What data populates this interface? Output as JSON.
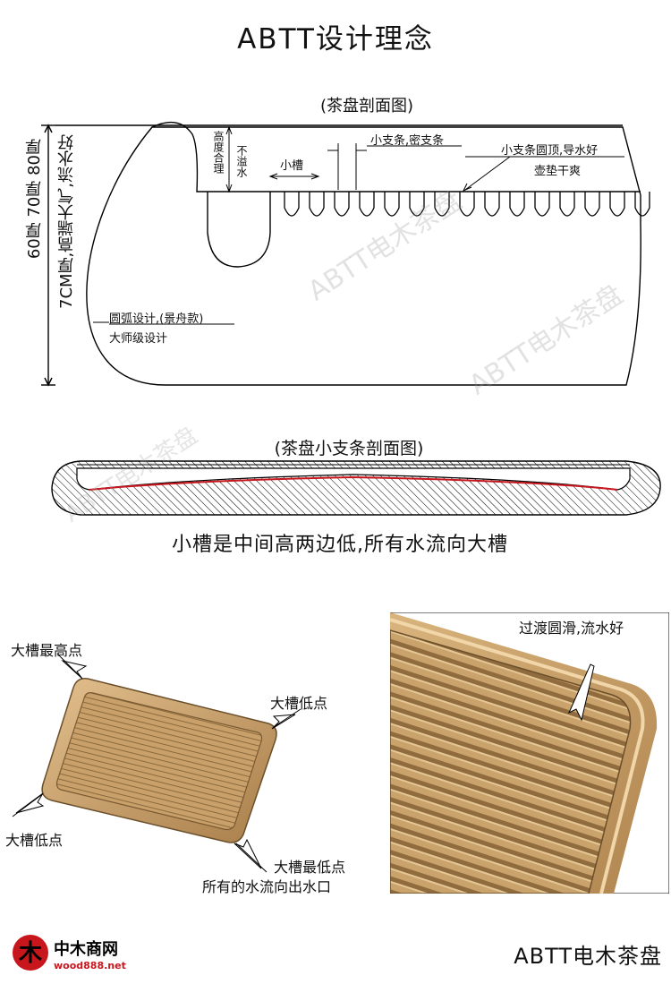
{
  "title": "ABTT设计理念",
  "cross_section": {
    "heading": "(茶盘剖面图)",
    "thickness": "60厚 70厚 80厚",
    "tagline": "7CM厚,高端大气,流水好",
    "height_note": "高度合理",
    "no_overflow": "不溢水",
    "small_groove": "小槽",
    "rib_label": "小支条,密支条",
    "rib_top": "小支条圆顶,导水好",
    "pot_dry": "壶垫干爽",
    "arc_design": "圆弧设计,(景舟款)",
    "master_design": "大师级设计"
  },
  "rib_section": {
    "heading": "(茶盘小支条剖面图)",
    "note": "小槽是中间高两边低,所有水流向大槽"
  },
  "tray_view": {
    "highest": "大槽最高点",
    "low_right": "大槽低点",
    "low_left": "大槽低点",
    "lowest": "大槽最低点",
    "outlet": "所有的水流向出水口"
  },
  "closeup": {
    "note": "过渡圆滑,流水好"
  },
  "watermark": "ABTT电木茶盘",
  "footer": {
    "brand": "ABTT电木茶盘",
    "logo_name": "中木商网",
    "logo_url": "wood888.net"
  },
  "colors": {
    "tray": "#c9a06a",
    "tray_dark": "#8a6a3e",
    "accent_red": "#c8161d"
  }
}
